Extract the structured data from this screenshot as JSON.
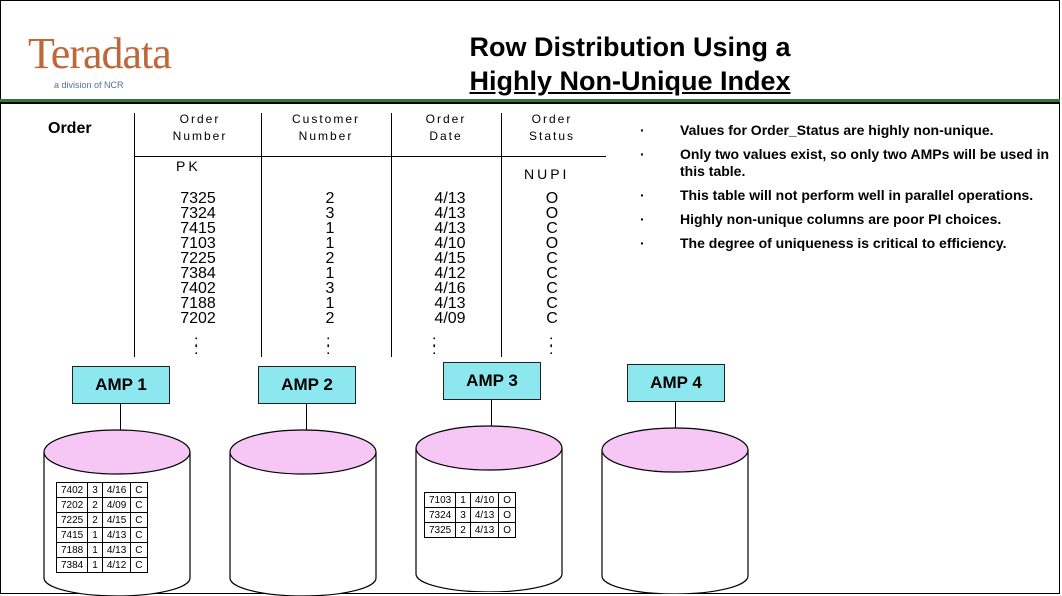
{
  "logo": {
    "word": "Teradata",
    "tagline": "a division of NCR"
  },
  "title": {
    "line1": "Row Distribution Using a",
    "line2": "Highly Non-Unique Index"
  },
  "table": {
    "name": "Order",
    "columns": [
      {
        "line1": "Order",
        "line2": "Number",
        "tag": "PK"
      },
      {
        "line1": "Customer",
        "line2": "Number",
        "tag": ""
      },
      {
        "line1": "Order",
        "line2": "Date",
        "tag": ""
      },
      {
        "line1": "Order",
        "line2": "Status",
        "tag": "NUPI"
      }
    ],
    "order_numbers": [
      "7325",
      "7324",
      "7415",
      "7103",
      "7225",
      "7384",
      "7402",
      "7188",
      "7202"
    ],
    "customer_numbers": [
      "2",
      "3",
      "1",
      "1",
      "2",
      "1",
      "3",
      "1",
      "2"
    ],
    "order_dates": [
      "4/13",
      "4/13",
      "4/13",
      "4/10",
      "4/15",
      "4/12",
      "4/16",
      "4/13",
      "4/09"
    ],
    "order_status": [
      "O",
      "O",
      "C",
      "O",
      "C",
      "C",
      "C",
      "C",
      "C"
    ],
    "ellipsis": ":"
  },
  "bullets": [
    "Values for Order_Status are highly non-unique.",
    "Only two values exist, so only two AMPs will be used in this table.",
    "This table will not perform well in parallel operations.",
    "Highly non-unique columns are poor PI choices.",
    "The degree of uniqueness is critical to efficiency."
  ],
  "bullet_marker": "·",
  "amps": [
    "AMP 1",
    "AMP 2",
    "AMP 3",
    "AMP 4"
  ],
  "amp1_rows": [
    [
      "7402",
      "3",
      "4/16",
      "C"
    ],
    [
      "7202",
      "2",
      "4/09",
      "C"
    ],
    [
      "7225",
      "2",
      "4/15",
      "C"
    ],
    [
      "7415",
      "1",
      "4/13",
      "C"
    ],
    [
      "7188",
      "1",
      "4/13",
      "C"
    ],
    [
      "7384",
      "1",
      "4/12",
      "C"
    ]
  ],
  "amp3_rows": [
    [
      "7103",
      "1",
      "4/10",
      "O"
    ],
    [
      "7324",
      "3",
      "4/13",
      "O"
    ],
    [
      "7325",
      "2",
      "4/13",
      "O"
    ]
  ],
  "colors": {
    "amp_box": "#8ce7ee",
    "cylinder_top": "#f6c6f4",
    "logo": "#c0673a",
    "rule": "#2f7a3b"
  }
}
